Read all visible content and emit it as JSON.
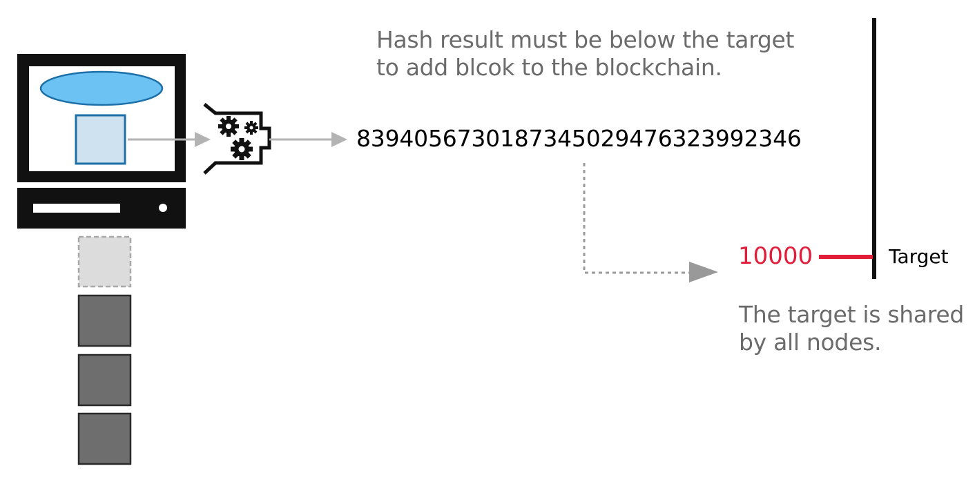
{
  "caption_top": {
    "line1": "Hash result must be below the target",
    "line2": "to add blcok to the blockchain."
  },
  "hash_result": "83940567301873450294763239923​46",
  "target": {
    "value": "10000",
    "label": "Target"
  },
  "caption_bottom": {
    "line1": "The target is shared",
    "line2": "by all nodes."
  },
  "colors": {
    "caption_gray": "#6b6b6b",
    "target_red": "#e11d3a",
    "block_dark": "#6e6e6e",
    "block_pending": "#dcdcdc",
    "ellipse_blue": "#6cc3f3",
    "block_light_blue": "#cfe2f0",
    "arrow_gray": "#b3b3b3"
  },
  "icons": [
    "computer-icon",
    "hash-function-gears-icon"
  ]
}
